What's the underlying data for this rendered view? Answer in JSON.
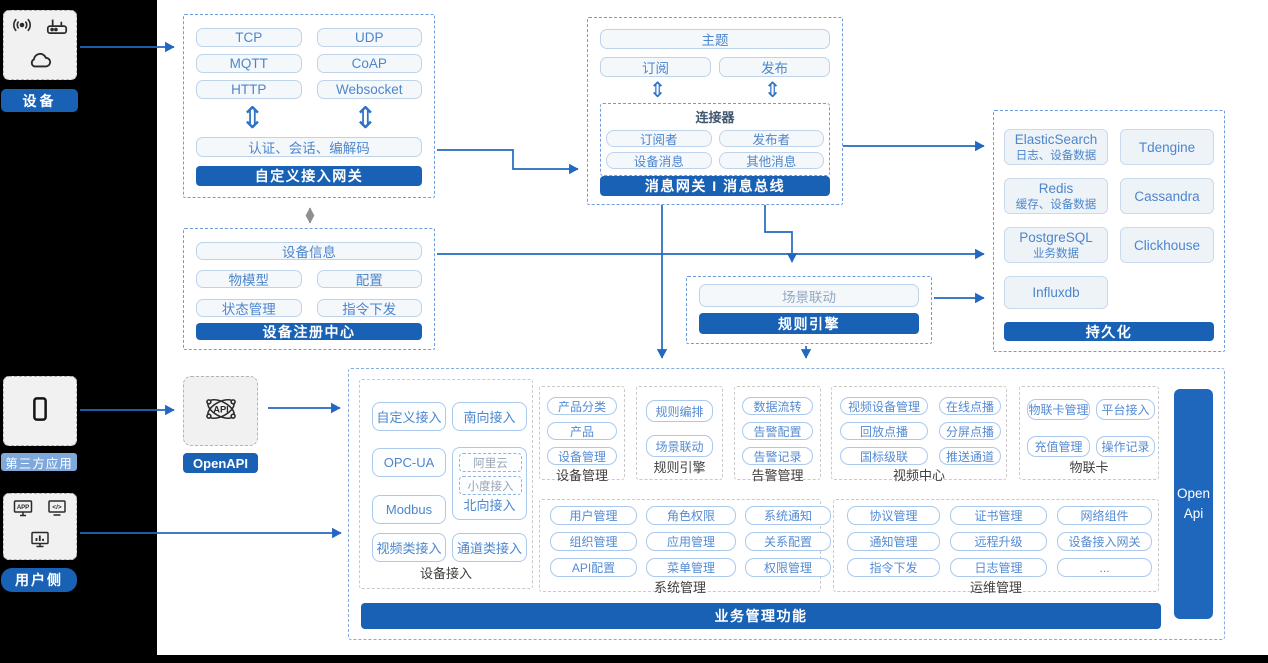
{
  "glyphs": {
    "sync_vertical": "⇕"
  },
  "left_rail": {
    "device_label": "设备",
    "third_party_label": "第三方应用",
    "user_label": "用户侧",
    "icons": {
      "device": [
        "signal-icon",
        "router-icon",
        "cloud-icon"
      ],
      "third_party": [
        "phone-icon"
      ],
      "user": [
        "app-monitor-icon",
        "code-icon",
        "chart-monitor-icon"
      ]
    }
  },
  "custom_gateway": {
    "protocols": [
      "TCP",
      "UDP",
      "MQTT",
      "CoAP",
      "HTTP",
      "Websocket"
    ],
    "auth_pill": "认证、会话、编解码",
    "title_bar": "自定义接入网关"
  },
  "device_registry": {
    "info_pill": "设备信息",
    "pills": [
      "物模型",
      "配置",
      "状态管理",
      "指令下发"
    ],
    "title_bar": "设备注册中心"
  },
  "message_bus": {
    "topic_pill": "主题",
    "subscribe_pill": "订阅",
    "publish_pill": "发布",
    "connector": {
      "title": "连接器",
      "pills": [
        "订阅者",
        "发布者",
        "设备消息",
        "其他消息"
      ]
    },
    "title_bar": "消息网关 I 消息总线"
  },
  "persistence": {
    "stores": [
      {
        "name": "ElasticSearch",
        "desc": "日志、设备数据"
      },
      {
        "name": "Tdengine",
        "desc": ""
      },
      {
        "name": "Redis",
        "desc": "缓存、设备数据"
      },
      {
        "name": "Cassandra",
        "desc": ""
      },
      {
        "name": "PostgreSQL",
        "desc": "业务数据"
      },
      {
        "name": "Clickhouse",
        "desc": ""
      },
      {
        "name": "Influxdb",
        "desc": ""
      }
    ],
    "title_bar": "持久化"
  },
  "rule_engine_box": {
    "scene_pill": "场景联动",
    "title_bar": "规则引擎"
  },
  "openapi": {
    "label": "OpenAPI",
    "icon": "api-network-icon"
  },
  "business": {
    "title_bar": "业务管理功能",
    "open_api_bar": {
      "line1": "Open",
      "line2": "Api"
    },
    "sections": {
      "access": {
        "title": "设备接入",
        "items": [
          "自定义接入",
          "南向接入",
          "OPC-UA",
          "Modbus",
          "视频类接入",
          "通道类接入"
        ],
        "north_group": {
          "title": "北向接入",
          "subs": [
            "阿里云",
            "小度接入"
          ]
        }
      },
      "device_mgmt": {
        "title": "设备管理",
        "items": [
          "产品分类",
          "产品",
          "设备管理"
        ]
      },
      "rule": {
        "title": "规则引擎",
        "items": [
          "规则编排",
          "场景联动"
        ]
      },
      "alarm": {
        "title": "告警管理",
        "items": [
          "数据流转",
          "告警配置",
          "告警记录"
        ]
      },
      "video": {
        "title": "视频中心",
        "items": [
          "视频设备管理",
          "在线点播",
          "回放点播",
          "分屏点播",
          "国标级联",
          "推送通道"
        ]
      },
      "iot_card": {
        "title": "物联卡",
        "items": [
          "物联卡管理",
          "平台接入",
          "充值管理",
          "操作记录"
        ]
      },
      "system": {
        "title": "系统管理",
        "items": [
          "用户管理",
          "角色权限",
          "系统通知",
          "组织管理",
          "应用管理",
          "关系配置",
          "API配置",
          "菜单管理",
          "权限管理"
        ]
      },
      "ops": {
        "title": "运维管理",
        "items": [
          "协议管理",
          "证书管理",
          "网络组件",
          "通知管理",
          "远程升级",
          "设备接入网关",
          "指令下发",
          "日志管理",
          "..."
        ]
      }
    }
  },
  "colors": {
    "bar_blue": "#1961b4",
    "arrow_blue": "#2268c2",
    "pill_text": "#4d86cc",
    "third_party_badge": "#7fa8db"
  }
}
